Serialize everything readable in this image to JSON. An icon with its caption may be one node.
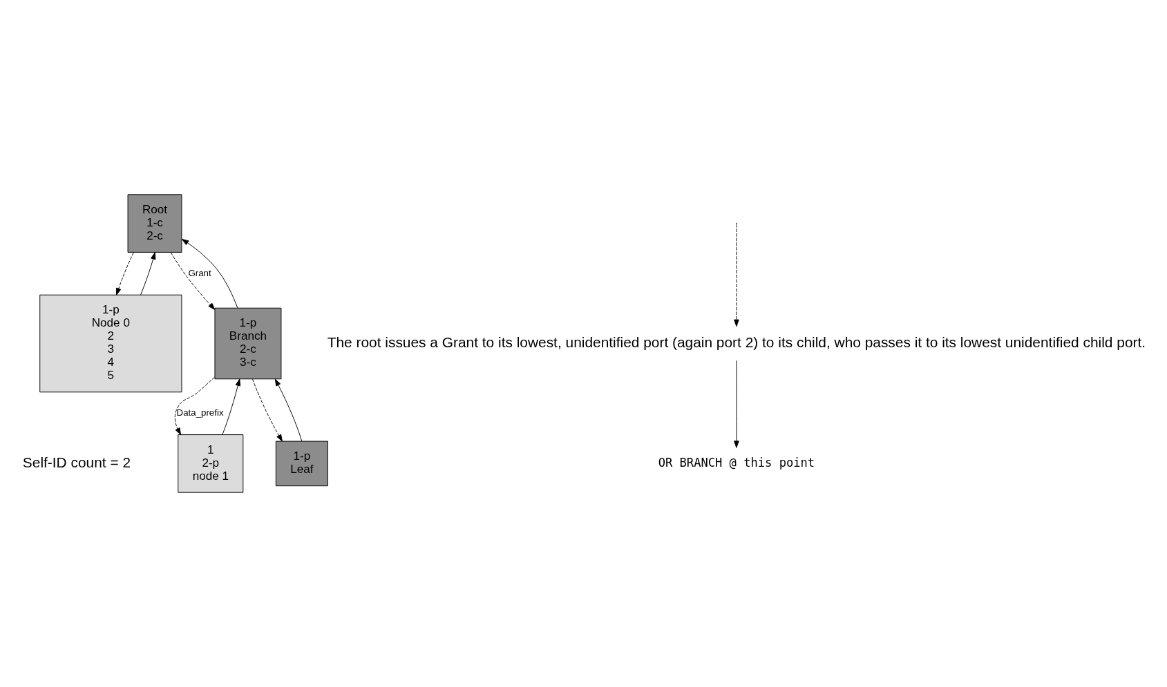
{
  "diagram": {
    "nodes": [
      {
        "text": [
          "Root",
          "1-c",
          "2-c"
        ]
      },
      {
        "text": [
          "1-p",
          "Node 0",
          "2",
          "3",
          "4",
          "5"
        ]
      },
      {
        "text": [
          "1-p",
          "Branch",
          "2-c",
          "3-c"
        ]
      },
      {
        "text": [
          "1",
          "2-p",
          "node 1"
        ]
      },
      {
        "text": [
          "1-p",
          "Leaf"
        ]
      },
      {
        "text": [
          "The root issues a Grant to its lowest, unidentified port (again port 2) to its child, who passes it to its lowest unidentified child port."
        ]
      },
      {
        "text": [
          "OR BRANCH @ this point"
        ]
      }
    ],
    "edges": [
      {
        "from": 0,
        "to": 1,
        "arrow": "to",
        "style": "dashed"
      },
      {
        "from": 1,
        "to": 0,
        "arrow": "to"
      },
      {
        "from": 0,
        "to": 2,
        "arrow": "to",
        "style": "dashed",
        "label": "Grant"
      },
      {
        "from": 2,
        "to": 0,
        "arrow": "to"
      },
      {
        "from": 2,
        "to": 3,
        "arrow": "to",
        "style": "dashed",
        "label": "Data_prefix"
      },
      {
        "from": 3,
        "to": 2,
        "arrow": "to"
      },
      {
        "from": 2,
        "to": 4,
        "arrow": "to",
        "style": "dashed"
      },
      {
        "from": 4,
        "to": 2,
        "arrow": "to"
      },
      {
        "from": null,
        "to": 5,
        "arrow": "to",
        "style": "dashed"
      },
      {
        "from": 5,
        "to": 6,
        "arrow": "to"
      }
    ],
    "labels": [
      "Self-ID count = 2"
    ]
  }
}
